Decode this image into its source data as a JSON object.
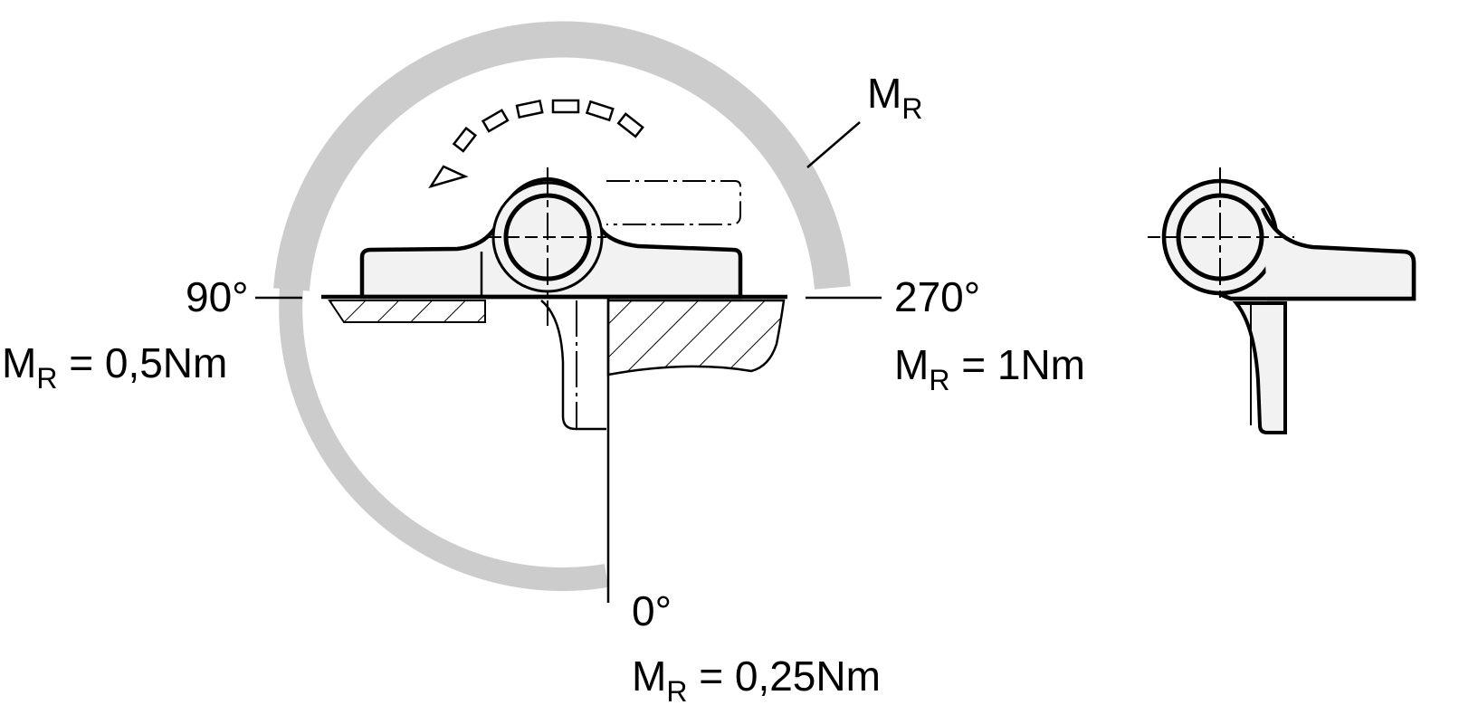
{
  "diagram": {
    "title": "Indexing / detent torque positions of cam lever",
    "colors": {
      "torque_arc": "#cccccc",
      "part_fill": "#f2f2f2",
      "outline": "#000000",
      "background": "#ffffff"
    },
    "torque_label": {
      "symbol": "M",
      "subscript": "R"
    },
    "positions": [
      {
        "id": "pos-0",
        "angle": "0°",
        "torque_symbol": "M",
        "torque_subscript": "R",
        "torque_value": "= 0,25Nm"
      },
      {
        "id": "pos-90",
        "angle": "90°",
        "torque_symbol": "M",
        "torque_subscript": "R",
        "torque_value": "= 0,5Nm"
      },
      {
        "id": "pos-270",
        "angle": "270°",
        "torque_symbol": "M",
        "torque_subscript": "R",
        "torque_value": "= 1Nm"
      }
    ],
    "icons": [
      "rotation-direction-arrow-icon",
      "centerline-crosshair-icon",
      "hatched-section-icon"
    ]
  }
}
